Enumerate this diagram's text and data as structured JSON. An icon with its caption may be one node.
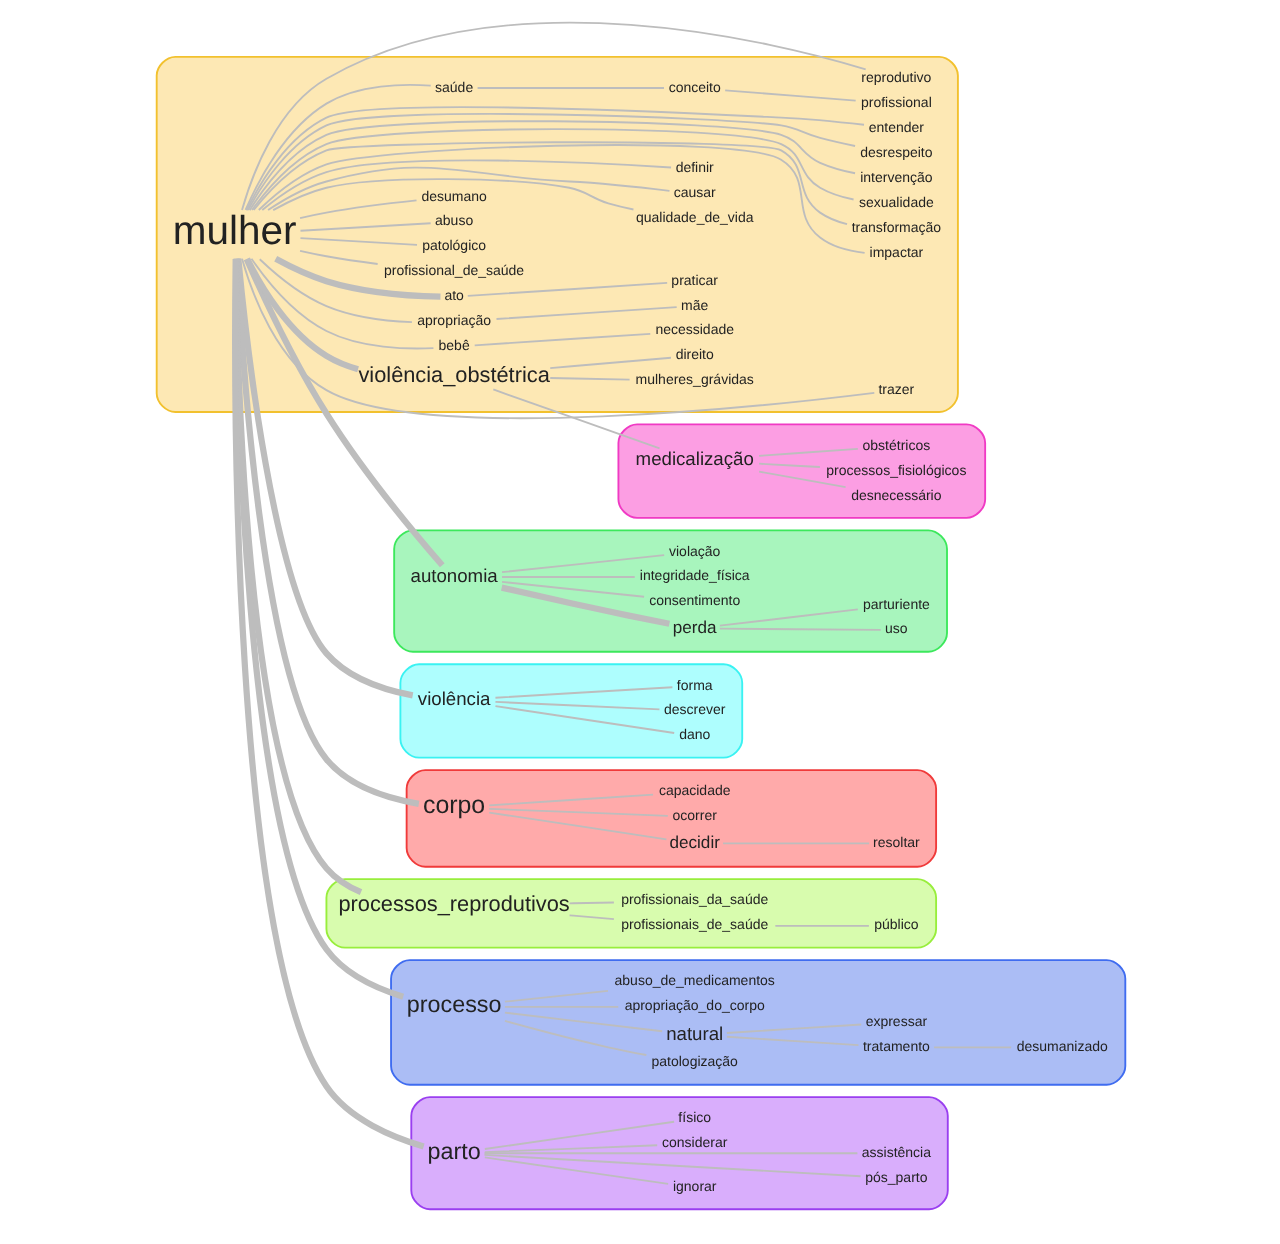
{
  "diagram": {
    "nodes": [
      {
        "text": [],
        "shape": "blob"
      },
      {
        "text": [
          "uso"
        ],
        "in": 0
      },
      {
        "text": [
          "parturiente"
        ],
        "in": 0
      },
      {
        "text": [
          "violação"
        ],
        "in": 0
      },
      {
        "text": [
          "perda"
        ],
        "in": 0
      },
      {
        "text": [
          "consentimento"
        ],
        "in": 0
      },
      {
        "text": [
          "integridade_física"
        ],
        "in": 0
      },
      {
        "text": [
          "autonomia"
        ],
        "in": 0
      },
      {
        "text": [],
        "shape": "blob"
      },
      {
        "text": [
          "necessidade"
        ],
        "in": 8
      },
      {
        "text": [
          "mãe"
        ],
        "in": 8
      },
      {
        "text": [
          "praticar"
        ],
        "in": 8
      },
      {
        "text": [
          "bebê"
        ],
        "in": 8
      },
      {
        "text": [
          "apropriação"
        ],
        "in": 8
      },
      {
        "text": [
          "ato"
        ],
        "in": 8
      },
      {
        "text": [
          "profissional_de_saúde"
        ],
        "in": 8
      },
      {
        "text": [
          "patológico"
        ],
        "in": 8
      },
      {
        "text": [
          "abuso"
        ],
        "in": 8
      },
      {
        "text": [
          "desumano"
        ],
        "in": 8
      },
      {
        "text": [
          "qualidade_de_vida"
        ],
        "in": 8
      },
      {
        "text": [
          "causar"
        ],
        "in": 8
      },
      {
        "text": [
          "definir"
        ],
        "in": 8
      },
      {
        "text": [
          "mulher"
        ],
        "in": 8
      },
      {
        "text": [
          "impactar"
        ],
        "in": 8
      },
      {
        "text": [
          "transformação"
        ],
        "in": 8
      },
      {
        "text": [
          "sexualidade"
        ],
        "in": 8
      },
      {
        "text": [
          "intervenção"
        ],
        "in": 8
      },
      {
        "text": [
          "desrespeito"
        ],
        "in": 8
      },
      {
        "text": [
          "entender"
        ],
        "in": 8
      },
      {
        "text": [
          "saúde"
        ],
        "in": 8
      },
      {
        "text": [
          "reprodutivo"
        ],
        "in": 8
      },
      {
        "text": [
          "conceito"
        ],
        "in": 8
      },
      {
        "text": [
          "trazer"
        ],
        "in": 8
      },
      {
        "text": [
          "violência_obstétrica"
        ],
        "in": 8
      },
      {
        "text": [
          "profissional"
        ],
        "in": 8
      },
      {
        "text": [
          "direito"
        ],
        "in": 8
      },
      {
        "text": [
          "mulheres_grávidas"
        ],
        "in": 8
      },
      {
        "text": [],
        "shape": "blob"
      },
      {
        "text": [
          "dano"
        ],
        "in": 37
      },
      {
        "text": [
          "descrever"
        ],
        "in": 37
      },
      {
        "text": [
          "forma"
        ],
        "in": 37
      },
      {
        "text": [
          "violência"
        ],
        "in": 37
      },
      {
        "text": [],
        "shape": "blob"
      },
      {
        "text": [
          "resoltar"
        ],
        "in": 42
      },
      {
        "text": [
          "decidir"
        ],
        "in": 42
      },
      {
        "text": [
          "ocorrer"
        ],
        "in": 42
      },
      {
        "text": [
          "corpo"
        ],
        "in": 42
      },
      {
        "text": [
          "capacidade"
        ],
        "in": 42
      },
      {
        "text": [],
        "shape": "blob"
      },
      {
        "text": [
          "processos_reprodutivos"
        ],
        "in": 48
      },
      {
        "text": [
          "profissionais_da_saúde"
        ],
        "in": 48
      },
      {
        "text": [
          "profissionais_de_saúde"
        ],
        "in": 48
      },
      {
        "text": [
          "público"
        ],
        "in": 48
      },
      {
        "text": [],
        "shape": "blob"
      },
      {
        "text": [
          "abuso_de_medicamentos"
        ],
        "in": 53
      },
      {
        "text": [
          "patologização"
        ],
        "in": 53
      },
      {
        "text": [
          "processo"
        ],
        "in": 53
      },
      {
        "text": [
          "natural"
        ],
        "in": 53
      },
      {
        "text": [
          "tratamento"
        ],
        "in": 53
      },
      {
        "text": [
          "expressar"
        ],
        "in": 53
      },
      {
        "text": [
          "desumanizado"
        ],
        "in": 53
      },
      {
        "text": [
          "apropriação_do_corpo"
        ],
        "in": 53
      },
      {
        "text": [],
        "shape": "blob"
      },
      {
        "text": [
          "parto"
        ],
        "in": 62
      },
      {
        "text": [
          "considerar"
        ],
        "in": 62
      },
      {
        "text": [
          "físico"
        ],
        "in": 62
      },
      {
        "text": [
          "ignorar"
        ],
        "in": 62
      },
      {
        "text": [
          "pós_parto"
        ],
        "in": 62
      },
      {
        "text": [
          "assistência"
        ],
        "in": 62
      },
      {
        "text": [],
        "shape": "blob"
      },
      {
        "text": [
          "medicalização"
        ],
        "in": 69
      },
      {
        "text": [
          "desnecessário"
        ],
        "in": 69
      },
      {
        "text": [
          "processos_fisiológicos"
        ],
        "in": 69
      },
      {
        "text": [
          "obstétricos"
        ],
        "in": 69
      }
    ],
    "edges": [
      {
        "from": 22,
        "to": 7,
        "arrow": "none",
        "style": "thick"
      },
      {
        "from": 7,
        "to": 4,
        "arrow": "none",
        "style": "thick"
      },
      {
        "from": 4,
        "to": 1,
        "arrow": "none"
      },
      {
        "from": 4,
        "to": 2,
        "arrow": "none"
      },
      {
        "from": 7,
        "to": 5,
        "arrow": "none"
      },
      {
        "from": 7,
        "to": 3,
        "arrow": "none"
      },
      {
        "from": 7,
        "to": 6,
        "arrow": "none"
      },
      {
        "from": 22,
        "to": 14,
        "arrow": "none",
        "style": "thick"
      },
      {
        "from": 14,
        "to": 11,
        "arrow": "none"
      },
      {
        "from": 22,
        "to": 12,
        "arrow": "none"
      },
      {
        "from": 12,
        "to": 9,
        "arrow": "none"
      },
      {
        "from": 22,
        "to": 13,
        "arrow": "none"
      },
      {
        "from": 13,
        "to": 10,
        "arrow": "none"
      },
      {
        "from": 22,
        "to": 41,
        "arrow": "none",
        "style": "thick"
      },
      {
        "from": 41,
        "to": 38,
        "arrow": "none"
      },
      {
        "from": 41,
        "to": 39,
        "arrow": "none"
      },
      {
        "from": 41,
        "to": 40,
        "arrow": "none"
      },
      {
        "from": 22,
        "to": 15,
        "arrow": "none"
      },
      {
        "from": 22,
        "to": 16,
        "arrow": "none"
      },
      {
        "from": 22,
        "to": 17,
        "arrow": "none"
      },
      {
        "from": 22,
        "to": 18,
        "arrow": "none"
      },
      {
        "from": 22,
        "to": 19,
        "arrow": "none"
      },
      {
        "from": 22,
        "to": 20,
        "arrow": "none"
      },
      {
        "from": 22,
        "to": 21,
        "arrow": "none"
      },
      {
        "from": 22,
        "to": 23,
        "arrow": "none"
      },
      {
        "from": 22,
        "to": 24,
        "arrow": "none"
      },
      {
        "from": 22,
        "to": 25,
        "arrow": "none"
      },
      {
        "from": 22,
        "to": 26,
        "arrow": "none"
      },
      {
        "from": 22,
        "to": 27,
        "arrow": "none"
      },
      {
        "from": 22,
        "to": 28,
        "arrow": "none"
      },
      {
        "from": 22,
        "to": 29,
        "arrow": "none"
      },
      {
        "from": 29,
        "to": 31,
        "arrow": "none"
      },
      {
        "from": 31,
        "to": 34,
        "arrow": "none"
      },
      {
        "from": 22,
        "to": 30,
        "arrow": "none"
      },
      {
        "from": 22,
        "to": 32,
        "arrow": "none"
      },
      {
        "from": 22,
        "to": 33,
        "arrow": "none",
        "style": "thick"
      },
      {
        "from": 33,
        "to": 70,
        "arrow": "none"
      },
      {
        "from": 70,
        "to": 71,
        "arrow": "none"
      },
      {
        "from": 70,
        "to": 72,
        "arrow": "none"
      },
      {
        "from": 70,
        "to": 73,
        "arrow": "none"
      },
      {
        "from": 33,
        "to": 35,
        "arrow": "none"
      },
      {
        "from": 33,
        "to": 36,
        "arrow": "none"
      },
      {
        "from": 22,
        "to": 46,
        "arrow": "none",
        "style": "thick"
      },
      {
        "from": 46,
        "to": 44,
        "arrow": "none"
      },
      {
        "from": 44,
        "to": 43,
        "arrow": "none"
      },
      {
        "from": 46,
        "to": 45,
        "arrow": "none"
      },
      {
        "from": 46,
        "to": 47,
        "arrow": "none"
      },
      {
        "from": 22,
        "to": 49,
        "arrow": "none",
        "style": "thick"
      },
      {
        "from": 49,
        "to": 50,
        "arrow": "none"
      },
      {
        "from": 49,
        "to": 51,
        "arrow": "none"
      },
      {
        "from": 51,
        "to": 52,
        "arrow": "none"
      },
      {
        "from": 22,
        "to": 56,
        "arrow": "none",
        "style": "thick"
      },
      {
        "from": 56,
        "to": 57,
        "arrow": "none"
      },
      {
        "from": 56,
        "to": 54,
        "arrow": "none"
      },
      {
        "from": 56,
        "to": 55,
        "arrow": "none"
      },
      {
        "from": 57,
        "to": 58,
        "arrow": "none"
      },
      {
        "from": 58,
        "to": 60,
        "arrow": "none"
      },
      {
        "from": 57,
        "to": 59,
        "arrow": "none"
      },
      {
        "from": 56,
        "to": 61,
        "arrow": "none"
      },
      {
        "from": 22,
        "to": 63,
        "arrow": "none",
        "style": "thick"
      },
      {
        "from": 63,
        "to": 64,
        "arrow": "none"
      },
      {
        "from": 63,
        "to": 65,
        "arrow": "none"
      },
      {
        "from": 63,
        "to": 66,
        "arrow": "none"
      },
      {
        "from": 63,
        "to": 67,
        "arrow": "none"
      },
      {
        "from": 63,
        "to": 68,
        "arrow": "none"
      }
    ]
  }
}
